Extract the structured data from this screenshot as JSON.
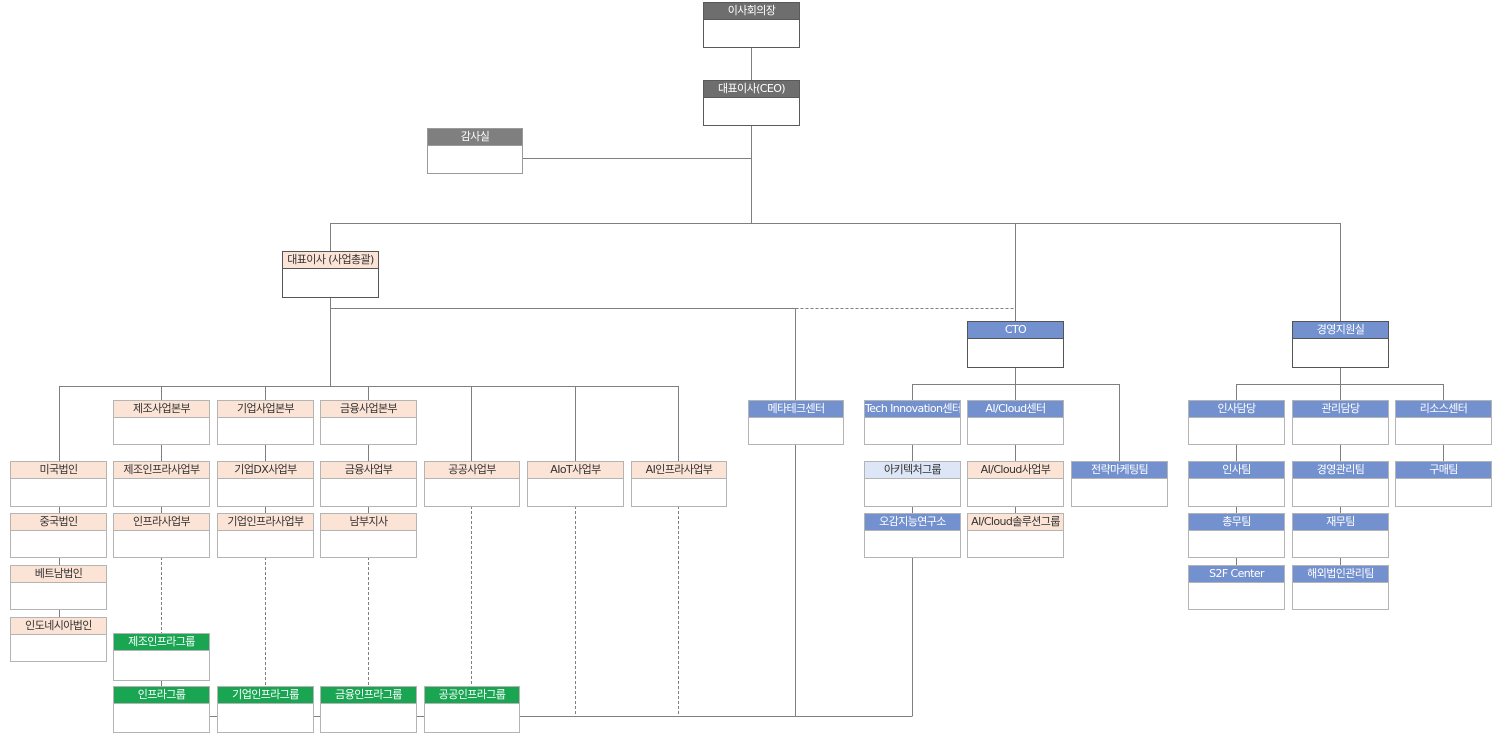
{
  "org": {
    "chairman": "이사회의장",
    "ceo": "대표이사(CEO)",
    "audit": "감사실",
    "ceo_business": "대표이사 (사업총괄)",
    "cto": "CTO",
    "management_support": "경영지원실",
    "biz": {
      "manufacturing_hq": "제조사업본부",
      "enterprise_hq": "기업사업본부",
      "finance_hq": "금융사업본부",
      "public_div": "공공사업부",
      "aiot_div": "AIoT사업부",
      "ai_infra_div": "AI인프라사업부",
      "metatech_center": "메타테크센터"
    },
    "subsidiaries": {
      "us": "미국법인",
      "china": "중국법인",
      "vietnam": "베트남법인",
      "indonesia": "인도네시아법인"
    },
    "manufacturing": {
      "infra_div": "제조인프라사업부",
      "infra2_div": "인프라사업부",
      "infra_group": "제조인프라그룹",
      "infra_group2": "인프라그룹"
    },
    "enterprise": {
      "dx_div": "기업DX사업부",
      "infra_div": "기업인프라사업부",
      "infra_group": "기업인프라그룹"
    },
    "finance": {
      "finance_div": "금융사업부",
      "southern_branch": "남부지사",
      "infra_group": "금융인프라그룹"
    },
    "public": {
      "infra_group": "공공인프라그룹"
    },
    "cto_org": {
      "tech_innovation_center": "Tech Innovation센터",
      "ai_cloud_center": "AI/Cloud센터",
      "architecture_group": "아키텍처그룹",
      "ai_lab": "오감지능연구소",
      "ai_cloud_div": "AI/Cloud사업부",
      "ai_cloud_solution_group": "AI/Cloud솔루션그룹",
      "strategic_marketing": "전략마케팅팀"
    },
    "support": {
      "hr": "인사담당",
      "admin": "관리담당",
      "resource_center": "리소스센터",
      "hr_team": "인사팀",
      "general_affairs": "총무팀",
      "s2f_center": "S2F Center",
      "mgmt_team": "경영관리팀",
      "finance_team": "재무팀",
      "overseas_team": "해외법인관리팀",
      "purchasing": "구매팀"
    }
  },
  "colors": {
    "executive": "#6e6e6e",
    "audit": "#7f7f7f",
    "business": "#fbe3d6",
    "tech_support": "#7491cf",
    "architecture": "#dde6f6",
    "infra_group": "#1aa553",
    "connector": "#7f7f7f"
  }
}
